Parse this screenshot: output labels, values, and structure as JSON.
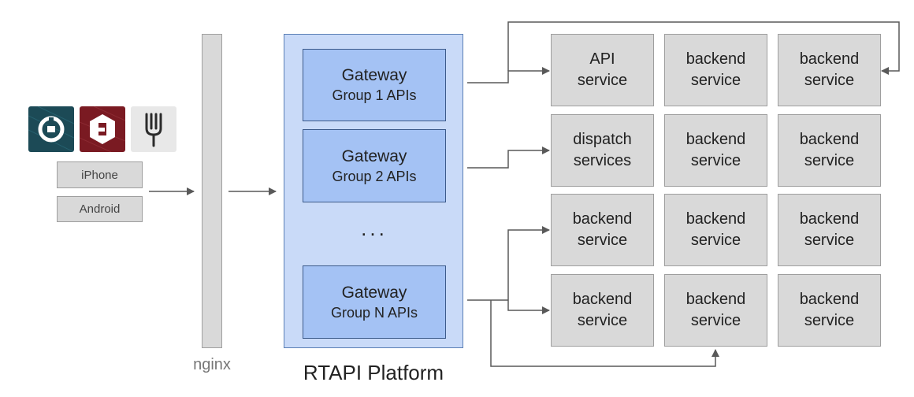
{
  "clients": {
    "apps": [
      {
        "icon": "uber-logo-icon",
        "color": "#1c4a56"
      },
      {
        "icon": "uber-driver-logo-icon",
        "color": "#7a1a22"
      },
      {
        "icon": "fork-icon",
        "color": "#e8e8e8"
      }
    ],
    "platforms": [
      "iPhone",
      "Android"
    ]
  },
  "nginx": {
    "label": "nginx"
  },
  "platform": {
    "label": "RTAPI Platform",
    "gateways": [
      {
        "title": "Gateway",
        "subtitle": "Group 1 APIs"
      },
      {
        "title": "Gateway",
        "subtitle": "Group 2 APIs"
      },
      {
        "title": "Gateway",
        "subtitle": "Group N APIs"
      }
    ],
    "ellipsis": "..."
  },
  "services": [
    [
      [
        "API",
        "service"
      ],
      [
        "backend",
        "service"
      ],
      [
        "backend",
        "service"
      ]
    ],
    [
      [
        "dispatch",
        "services"
      ],
      [
        "backend",
        "service"
      ],
      [
        "backend",
        "service"
      ]
    ],
    [
      [
        "backend",
        "service"
      ],
      [
        "backend",
        "service"
      ],
      [
        "backend",
        "service"
      ]
    ],
    [
      [
        "backend",
        "service"
      ],
      [
        "backend",
        "service"
      ],
      [
        "backend",
        "service"
      ]
    ]
  ],
  "colors": {
    "platform_fill": "#c9daf8",
    "gateway_fill": "#a4c2f4",
    "box_fill": "#d9d9d9",
    "arrow": "#595959"
  }
}
